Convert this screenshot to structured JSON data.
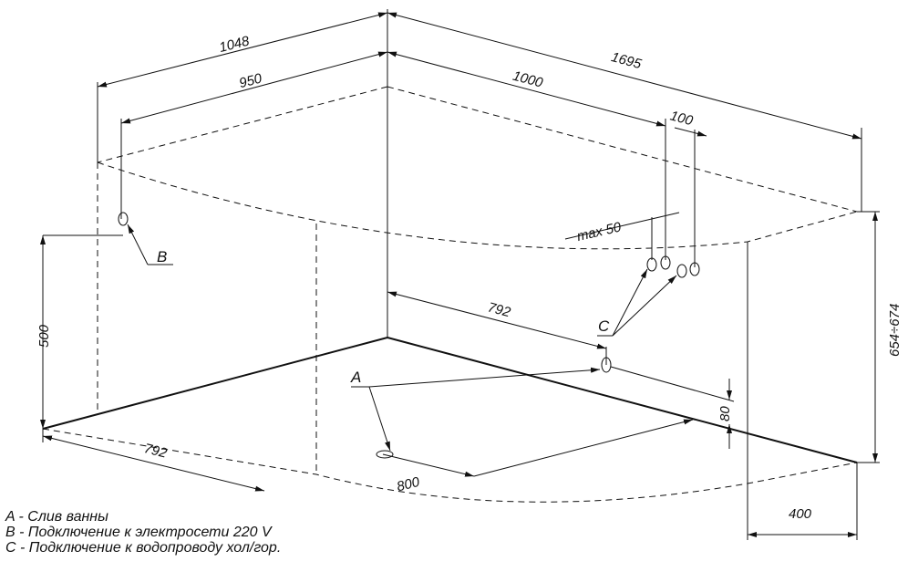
{
  "dimensions": {
    "d1048": "1048",
    "d950": "950",
    "d1695": "1695",
    "d1000": "1000",
    "d100": "100",
    "max50": "max  50",
    "d500": "500",
    "d792_left": "792",
    "d792_right": "792",
    "d800": "800",
    "d80": "80",
    "d400": "400",
    "height": "654÷674"
  },
  "markers": {
    "a": "A",
    "b": "B",
    "c": "C"
  },
  "legend": [
    "A - Слив ванны",
    "B - Подключение к электросети 220 V",
    "C - Подключение к водопроводу хол/гор."
  ]
}
